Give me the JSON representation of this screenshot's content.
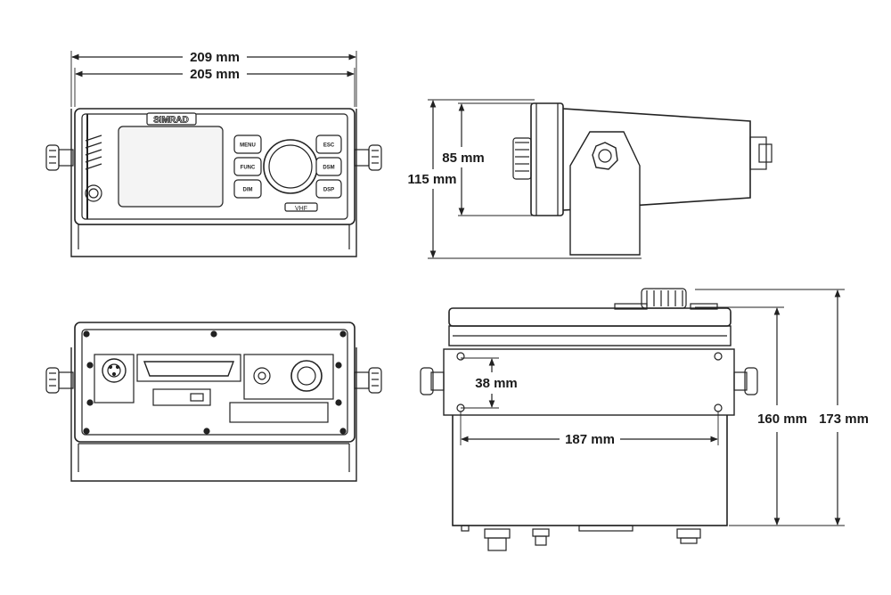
{
  "colors": {
    "line": "#222222",
    "fill": "#ffffff",
    "screen": "#f4f4f4"
  },
  "front_view": {
    "brand": "SIMRAD",
    "model": "VHF",
    "buttons_left": [
      "MENU",
      "FUNC",
      "DIM"
    ],
    "buttons_right": [
      "ESC",
      "DSM",
      "DSP"
    ]
  },
  "dimensions": {
    "overall_width": "209 mm",
    "housing_width": "205 mm",
    "side_height_inner": "85 mm",
    "side_height_outer": "115 mm",
    "mount_hole_spacing_vertical": "38 mm",
    "mount_hole_spacing_horizontal": "187 mm",
    "top_height_inner": "160 mm",
    "top_height_outer": "173 mm"
  },
  "icons": [
    "speaker-grille-icon",
    "knob-icon",
    "connector-icon",
    "bolt-icon"
  ]
}
